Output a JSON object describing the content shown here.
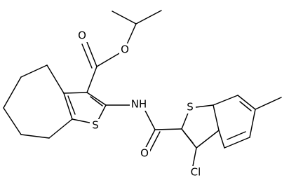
{
  "atoms": {
    "ester_carbonyl_o": "O",
    "ester_alkoxy_o": "O",
    "thiophene_s": "S",
    "amide_nh": "NH",
    "amide_carbonyl_o": "O",
    "benzothiophene_s": "S",
    "chloro": "Cl"
  }
}
